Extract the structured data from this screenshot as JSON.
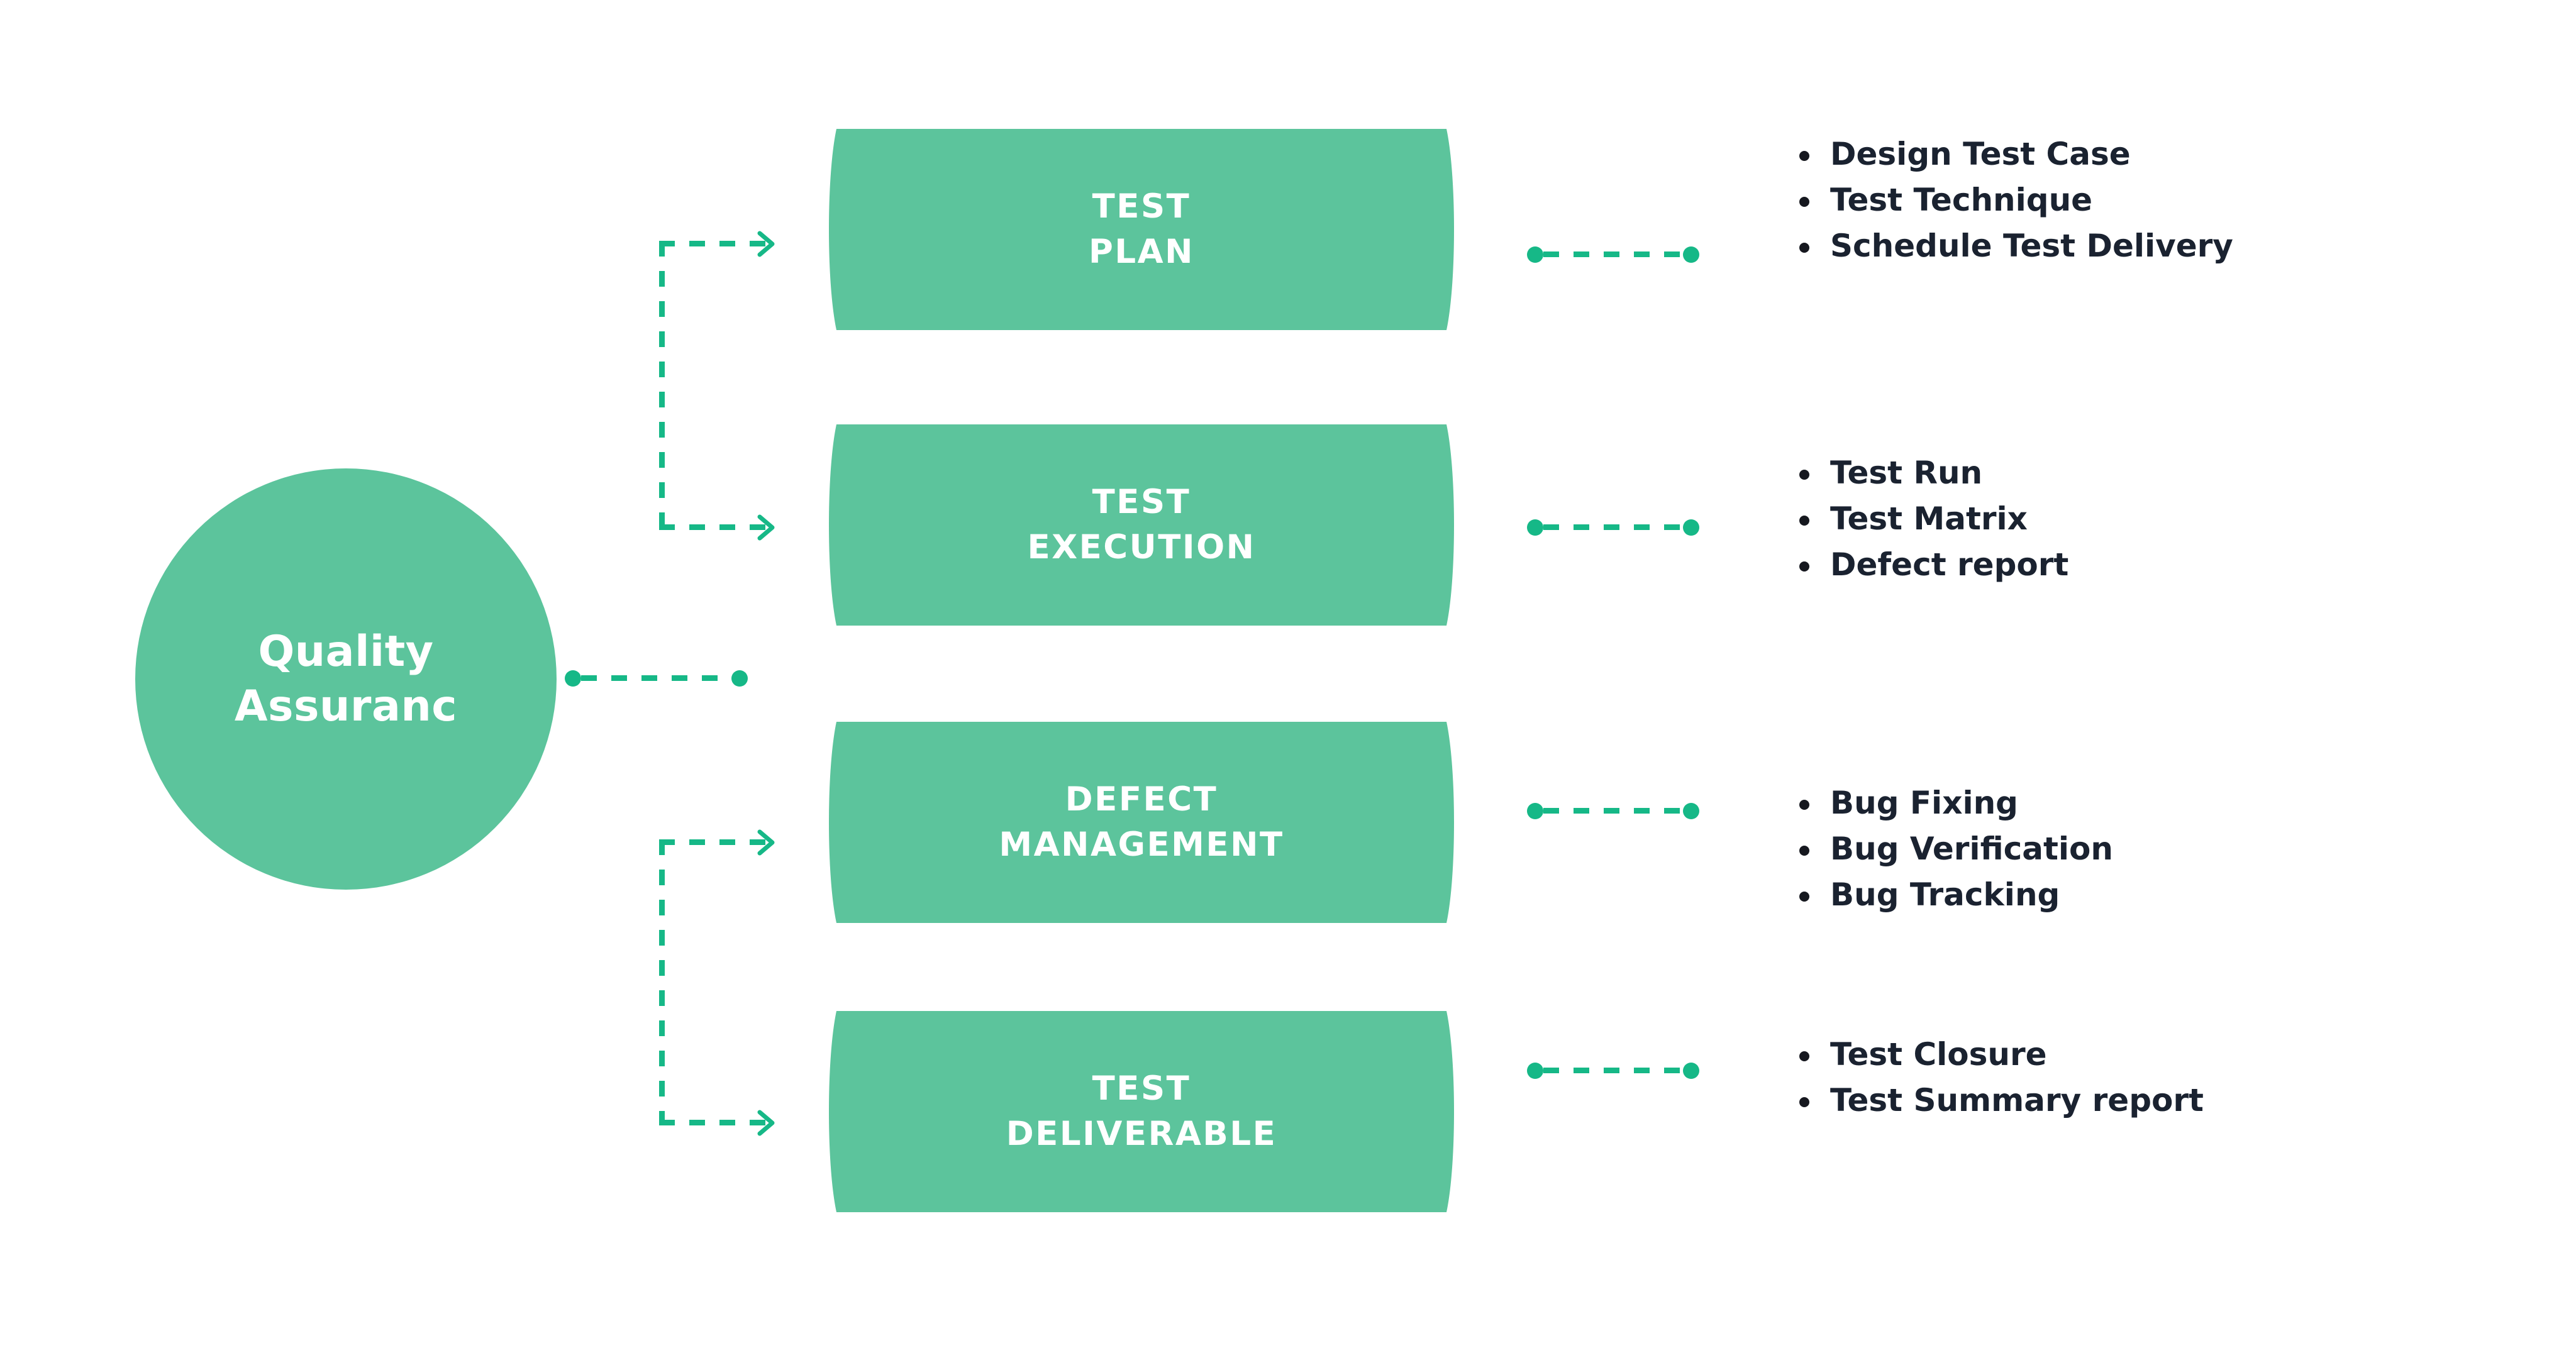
{
  "diagram": {
    "title_hub": {
      "lines": [
        "Quality",
        "Assuranc"
      ]
    },
    "colors": {
      "shape_fill": "#5CC49C",
      "connector": "#16B887",
      "shape_text": "#FFFFFF",
      "bullet_text": "#1A2230",
      "background": "#FFFFFF"
    },
    "stages": [
      {
        "id": "test-plan",
        "lines": [
          "TEST",
          "PLAN"
        ],
        "bullets": [
          "Design Test Case",
          "Test Technique",
          "Schedule Test Delivery"
        ]
      },
      {
        "id": "test-execution",
        "lines": [
          "TEST",
          "EXECUTION"
        ],
        "bullets": [
          "Test Run",
          "Test Matrix",
          "Defect report"
        ]
      },
      {
        "id": "defect-management",
        "lines": [
          "DEFECT",
          "MANAGEMENT"
        ],
        "bullets": [
          "Bug Fixing",
          "Bug Verification",
          "Bug Tracking"
        ]
      },
      {
        "id": "test-deliverable",
        "lines": [
          "TEST",
          "DELIVERABLE"
        ],
        "bullets": [
          "Test Closure",
          "Test Summary report"
        ]
      }
    ]
  }
}
